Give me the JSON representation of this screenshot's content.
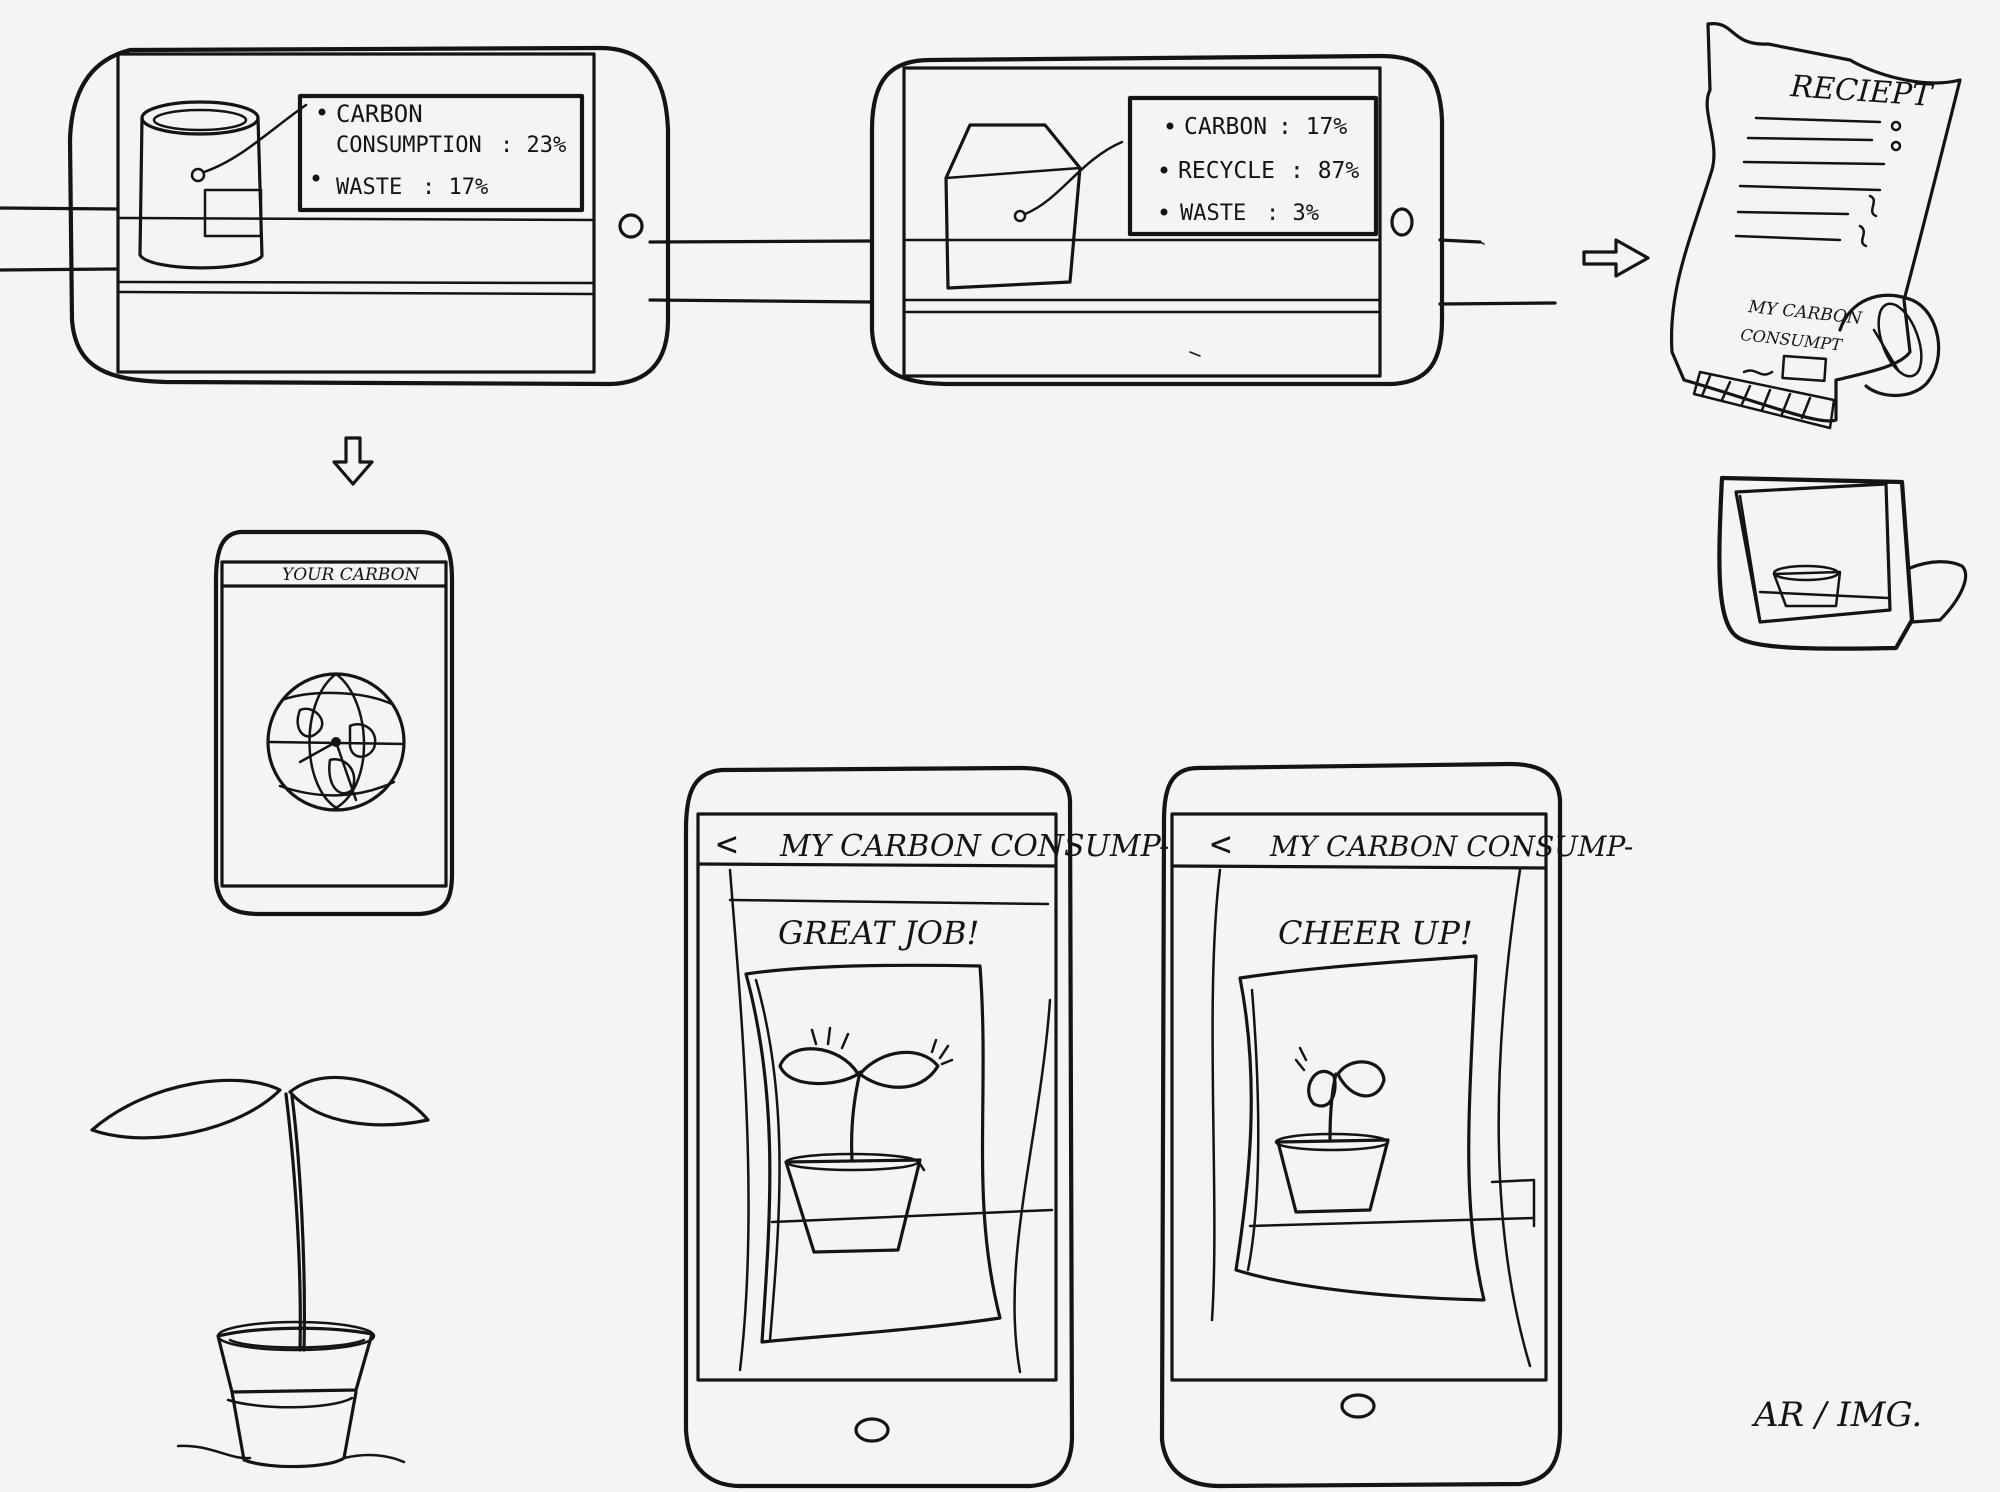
{
  "sketch_title": "",
  "phone_can": {
    "bullets": [
      {
        "label": "CARBON",
        "label2": "CONSUMPTION",
        "value": ": 23%"
      },
      {
        "label": "WASTE",
        "value": ": 17%"
      }
    ]
  },
  "phone_box": {
    "bullets": [
      {
        "label": "CARBON",
        "value": ": 17%"
      },
      {
        "label": "RECYCLE",
        "value": ": 87%"
      },
      {
        "label": "WASTE",
        "value": ": 3%"
      }
    ]
  },
  "receipt": {
    "title": "RECIEPT",
    "line1": "MY CARBON",
    "line2": "CONSUMPT"
  },
  "phone_globe": {
    "header": "YOUR CARBON"
  },
  "phone_great": {
    "back": "<",
    "title": "MY CARBON CONSUMP-",
    "message": "GREAT JOB!"
  },
  "phone_cheer": {
    "back": "<",
    "title": "MY CARBON CONSUMP-",
    "message": "CHEER UP!"
  },
  "signature": "AR / IMG."
}
